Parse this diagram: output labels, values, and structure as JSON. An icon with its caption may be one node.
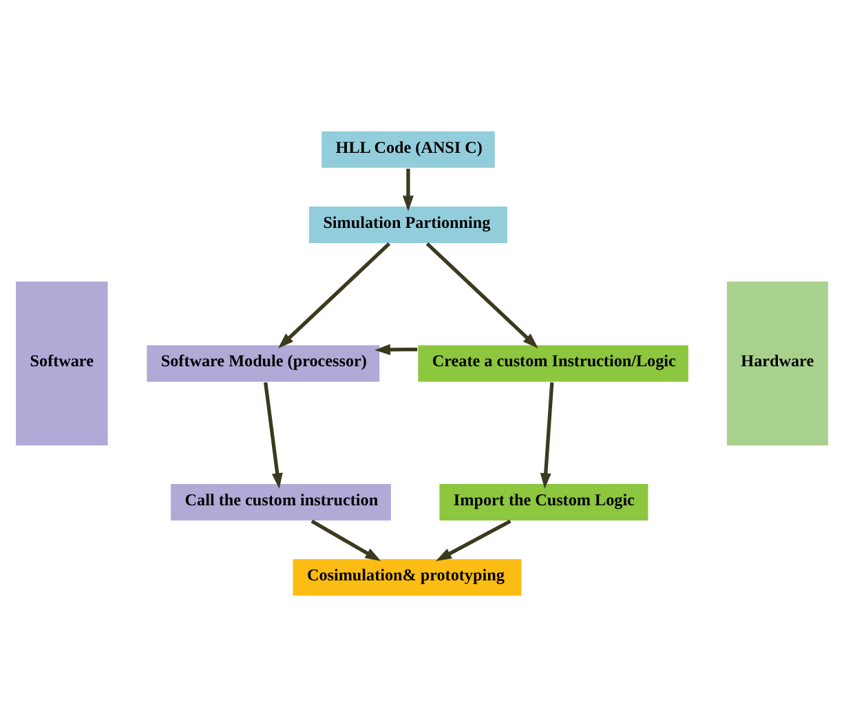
{
  "diagram": {
    "nodes": [
      {
        "text": [
          "HLL Code (ANSI C)"
        ]
      },
      {
        "text": [
          "Simulation Partionning"
        ]
      },
      {
        "text": [
          "Software"
        ]
      },
      {
        "text": [
          "Software Module (processor)"
        ]
      },
      {
        "text": [
          "Create a custom Instruction/Logic"
        ]
      },
      {
        "text": [
          "Hardware"
        ]
      },
      {
        "text": [
          "Call the custom instruction"
        ]
      },
      {
        "text": [
          "Import the Custom Logic"
        ]
      },
      {
        "text": [
          "Cosimulation& prototyping"
        ]
      }
    ],
    "edges": [
      {
        "from": 0,
        "to": 1,
        "arrow": "to"
      },
      {
        "from": 1,
        "to": 3,
        "arrow": "to"
      },
      {
        "from": 1,
        "to": 4,
        "arrow": "to"
      },
      {
        "from": 4,
        "to": 3,
        "arrow": "to"
      },
      {
        "from": 3,
        "to": 6,
        "arrow": "to"
      },
      {
        "from": 4,
        "to": 7,
        "arrow": "to"
      },
      {
        "from": 6,
        "to": 8,
        "arrow": "to"
      },
      {
        "from": 7,
        "to": 8,
        "arrow": "to"
      }
    ]
  }
}
